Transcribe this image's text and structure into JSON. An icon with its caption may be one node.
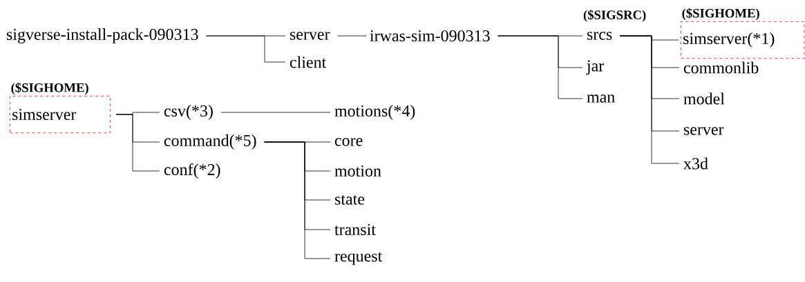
{
  "diagram": {
    "nodes": [
      {
        "text": [
          "sigverse-install-pack-090313"
        ]
      },
      {
        "text": [
          "server"
        ]
      },
      {
        "text": [
          "client"
        ]
      },
      {
        "text": [
          "irwas-sim-090313"
        ]
      },
      {
        "text": [
          "srcs"
        ],
        "beside": [
          "($SIGSRC)"
        ]
      },
      {
        "text": [
          "jar"
        ]
      },
      {
        "text": [
          "man"
        ]
      },
      {
        "text": [
          "($SIGHOME)",
          "simserver(*1)"
        ]
      },
      {
        "text": [
          "commonlib"
        ]
      },
      {
        "text": [
          "model"
        ]
      },
      {
        "text": [
          "server"
        ]
      },
      {
        "text": [
          "x3d"
        ]
      },
      {
        "text": [
          "($SIGHOME)",
          "simserver"
        ]
      },
      {
        "text": [
          "csv(*3)"
        ]
      },
      {
        "text": [
          "command(*5)"
        ]
      },
      {
        "text": [
          "conf(*2)"
        ]
      },
      {
        "text": [
          "motions(*4)"
        ]
      },
      {
        "text": [
          "core"
        ]
      },
      {
        "text": [
          "motion"
        ]
      },
      {
        "text": [
          "state"
        ]
      },
      {
        "text": [
          "transit"
        ]
      },
      {
        "text": [
          "request"
        ]
      }
    ],
    "edges": [
      {
        "from": 0,
        "to": 1,
        "arrow": "none"
      },
      {
        "from": 0,
        "to": 2,
        "arrow": "none"
      },
      {
        "from": 1,
        "to": 3,
        "arrow": "none"
      },
      {
        "from": 3,
        "to": 4,
        "arrow": "none"
      },
      {
        "from": 3,
        "to": 5,
        "arrow": "none"
      },
      {
        "from": 3,
        "to": 6,
        "arrow": "none"
      },
      {
        "from": 4,
        "to": 7,
        "arrow": "none"
      },
      {
        "from": 4,
        "to": 8,
        "arrow": "none"
      },
      {
        "from": 4,
        "to": 9,
        "arrow": "none"
      },
      {
        "from": 4,
        "to": 10,
        "arrow": "none"
      },
      {
        "from": 4,
        "to": 11,
        "arrow": "none"
      },
      {
        "from": 12,
        "to": 13,
        "arrow": "none"
      },
      {
        "from": 12,
        "to": 14,
        "arrow": "none"
      },
      {
        "from": 12,
        "to": 15,
        "arrow": "none"
      },
      {
        "from": 13,
        "to": 16,
        "arrow": "none"
      },
      {
        "from": 14,
        "to": 17,
        "arrow": "none"
      },
      {
        "from": 14,
        "to": 18,
        "arrow": "none"
      },
      {
        "from": 14,
        "to": 19,
        "arrow": "none"
      },
      {
        "from": 14,
        "to": 20,
        "arrow": "none"
      },
      {
        "from": 14,
        "to": 21,
        "arrow": "none"
      }
    ]
  }
}
